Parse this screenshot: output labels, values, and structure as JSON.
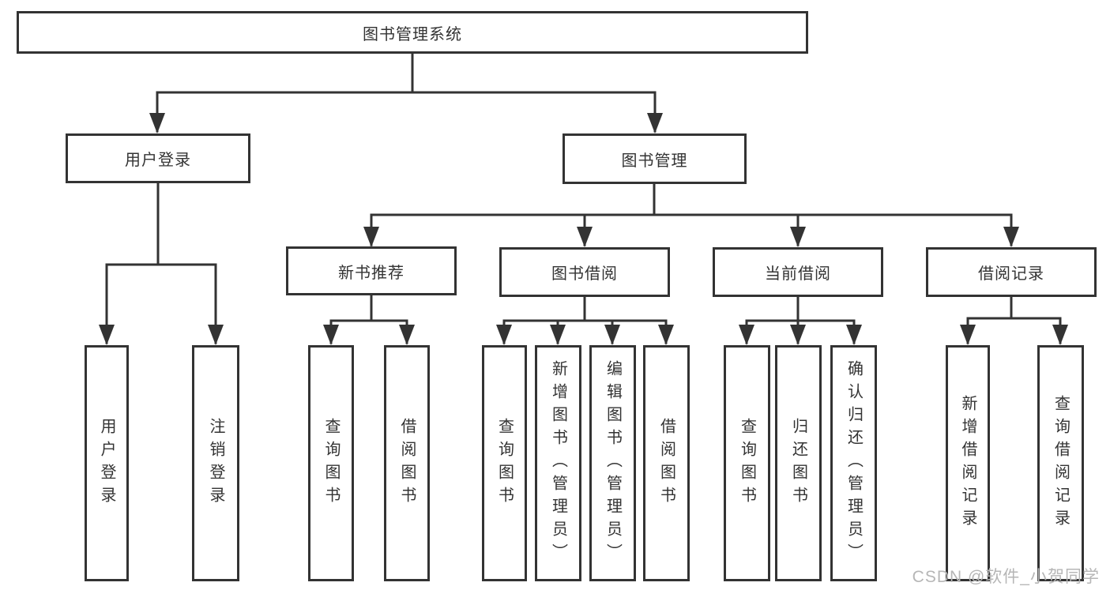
{
  "tree": {
    "root": {
      "label": "图书管理系统"
    },
    "branches": [
      {
        "label": "用户登录",
        "children": [
          {
            "label": "用户登录"
          },
          {
            "label": "注销登录"
          }
        ]
      },
      {
        "label": "图书管理",
        "children": [
          {
            "label": "新书推荐",
            "children": [
              {
                "label": "查询图书"
              },
              {
                "label": "借阅图书"
              }
            ]
          },
          {
            "label": "图书借阅",
            "children": [
              {
                "label": "查询图书"
              },
              {
                "label": "新增图书（管理员）"
              },
              {
                "label": "编辑图书（管理员）"
              },
              {
                "label": "借阅图书"
              }
            ]
          },
          {
            "label": "当前借阅",
            "children": [
              {
                "label": "查询图书"
              },
              {
                "label": "归还图书"
              },
              {
                "label": "确认归还（管理员）"
              }
            ]
          },
          {
            "label": "借阅记录",
            "children": [
              {
                "label": "新增借阅记录"
              },
              {
                "label": "查询借阅记录"
              }
            ]
          }
        ]
      }
    ]
  },
  "watermark": {
    "text": "CSDN @软件_小贺同学"
  },
  "colors": {
    "line": "#333333",
    "box_border": "#333333",
    "box_fill": "#ffffff",
    "text": "#333333",
    "watermark": "#b6b6b6",
    "background": "#ffffff"
  }
}
